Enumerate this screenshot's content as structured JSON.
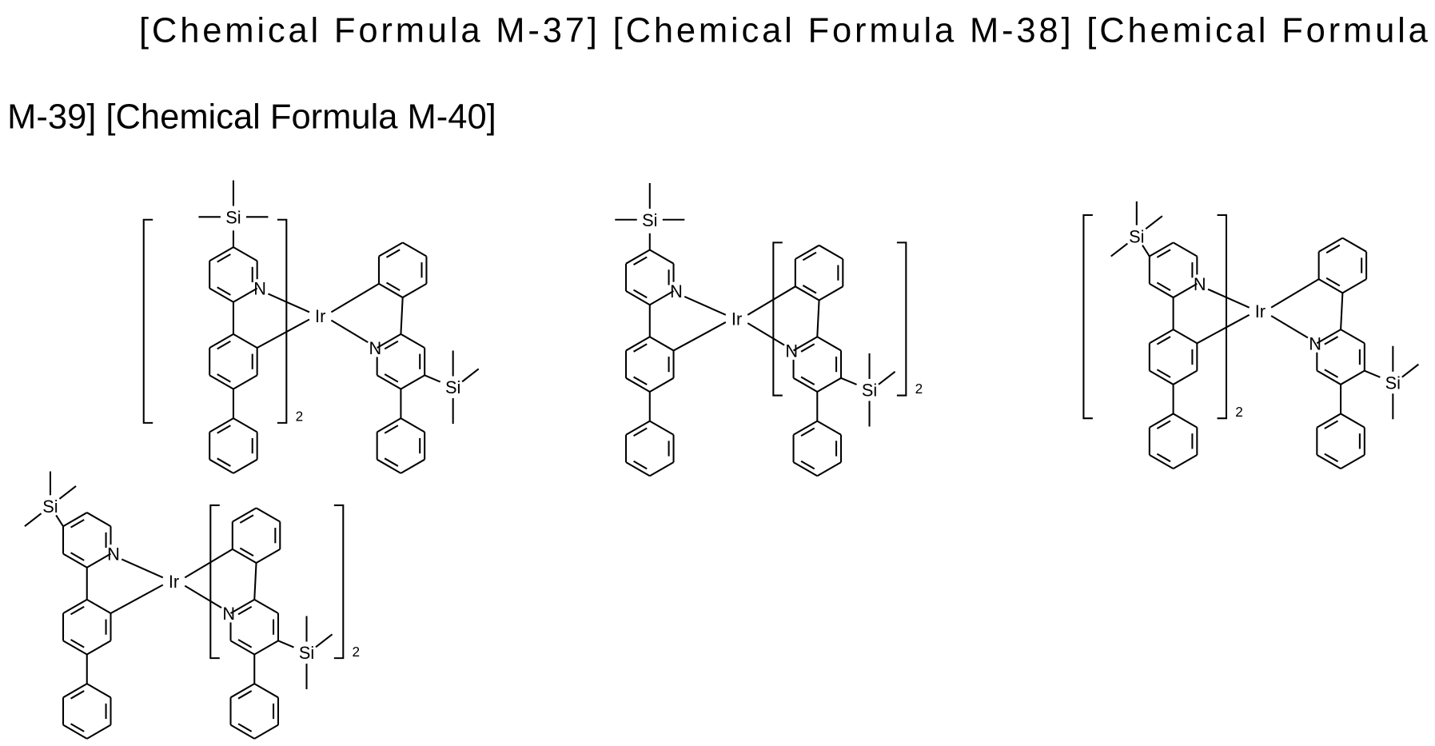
{
  "caption": {
    "line1": "[Chemical Formula M-37] [Chemical Formula M-38] [Chemical Formula",
    "line2": "M-39] [Chemical Formula M-40]"
  },
  "formulas": [
    {
      "id": "M-37",
      "metal": "Ir",
      "silyl": "Si",
      "nitrogen": "N",
      "count": "2",
      "bracketed_ligand": "left",
      "si_position": "5"
    },
    {
      "id": "M-38",
      "metal": "Ir",
      "silyl": "Si",
      "nitrogen": "N",
      "count": "2",
      "bracketed_ligand": "right",
      "si_position": "5"
    },
    {
      "id": "M-39",
      "metal": "Ir",
      "silyl": "Si",
      "nitrogen": "N",
      "count": "2",
      "bracketed_ligand": "left",
      "si_position": "4"
    },
    {
      "id": "M-40",
      "metal": "Ir",
      "silyl": "Si",
      "nitrogen": "N",
      "count": "2",
      "bracketed_ligand": "right",
      "si_position": "4"
    }
  ]
}
